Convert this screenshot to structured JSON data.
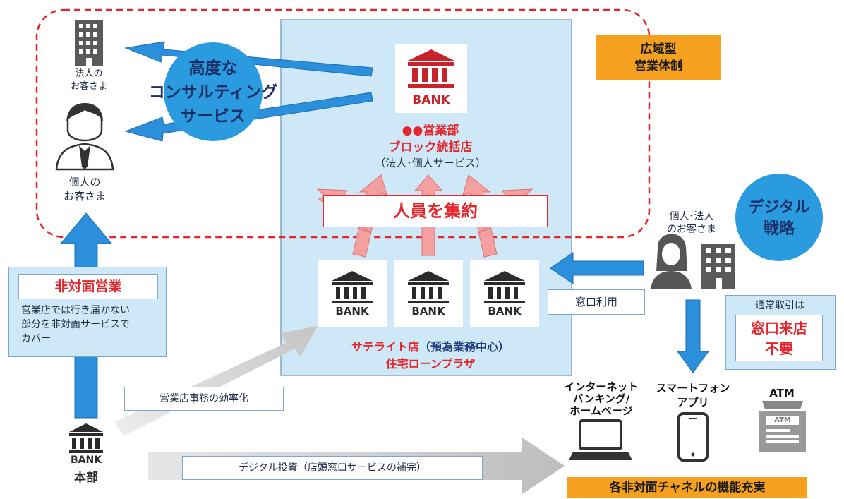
{
  "top_right_badge": {
    "line1": "広域型",
    "line2": "営業体制"
  },
  "consulting_bubble": {
    "line1": "高度な",
    "line2": "コンサルティング",
    "line3": "サービス"
  },
  "corporate_customer": {
    "line1": "法人の",
    "line2": "お客さま"
  },
  "individual_customer": {
    "line1": "個人の",
    "line2": "お客さま"
  },
  "block_branch": {
    "bank_text": "BANK",
    "line1": "●●営業部",
    "line2": "ブロック統括店",
    "line3": "（法人･個人サービス）"
  },
  "consolidation_label": "人員を集約",
  "satellite": {
    "bank_text": [
      "BANK",
      "BANK",
      "BANK"
    ],
    "line1_red": "サテライト店",
    "line1_navy": "（預為業務中心）",
    "line2": "住宅ローンプラザ"
  },
  "non_face": {
    "title": "非対面営業",
    "desc1": "営業店では行き届かない",
    "desc2": "部分を非対面サービスで",
    "desc3": "カバー"
  },
  "hq": {
    "bank_text": "BANK",
    "label": "本部"
  },
  "efficiency_label": "営業店事務の効率化",
  "digital_investment_label": "デジタル投資（店頭窓口サービスの補完）",
  "window_use_label": "窓口利用",
  "right_customers": {
    "line1": "個人･法人",
    "line2": "のお客さま"
  },
  "digital_strategy": {
    "line1": "デジタル",
    "line2": "戦略"
  },
  "normal_transactions": {
    "header": "通常取引は",
    "line1": "窓口来店",
    "line2": "不要"
  },
  "channels": {
    "internet": {
      "line1": "インターネット",
      "line2": "バンキング/",
      "line3": "ホームページ"
    },
    "smartphone": {
      "line1": "スマートフォン",
      "line2": "アプリ"
    },
    "atm": {
      "label": "ATM",
      "screen": "ATM"
    }
  },
  "channels_footer": "各非対面チャネルの機能充実",
  "colors": {
    "bubble": "#2b9be0",
    "arrow_blue": "#2b8fdc",
    "dashed_red": "#e3262c",
    "panel_bg": "#cfe8f8",
    "orange": "#f5a01f",
    "red_arrow": "#f4a0a0",
    "bank_icon": "#2b2b2b",
    "bank_red": "#c8232b"
  }
}
